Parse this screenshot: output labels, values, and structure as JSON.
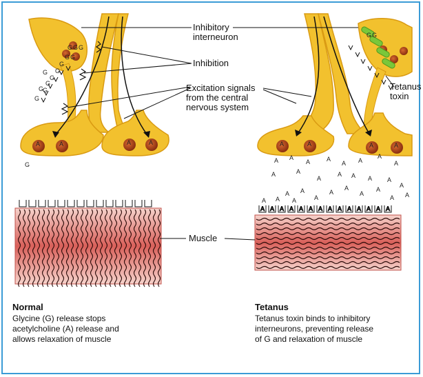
{
  "labels": {
    "inhibitory_interneuron_1": "Inhibitory",
    "inhibitory_interneuron_2": "interneuron",
    "inhibition": "Inhibition",
    "excitation_1": "Excitation signals",
    "excitation_2": "from the central",
    "excitation_3": "nervous system",
    "tetanus_toxin_1": "Tetanus",
    "tetanus_toxin_2": "toxin",
    "muscle": "Muscle",
    "glycine_symbol": "G",
    "acetylcholine_symbol": "A"
  },
  "captions": {
    "normal": {
      "title": "Normal",
      "lines": [
        "Glycine (G) release stops",
        "acetylcholine (A) release and",
        "allows relaxation of muscle"
      ]
    },
    "tetanus": {
      "title": "Tetanus",
      "lines": [
        "Tetanus toxin binds to inhibitory",
        "interneurons, preventing release",
        "of G and relaxation of muscle"
      ]
    }
  },
  "colors": {
    "neuron": "#f2c12e",
    "neuron_dark": "#d99a12",
    "vesicle": "#a8401a",
    "muscle": "#d9605a",
    "muscle_light": "#f3c7c0",
    "toxin": "#7ac73a",
    "frame": "#3a9bd6"
  }
}
